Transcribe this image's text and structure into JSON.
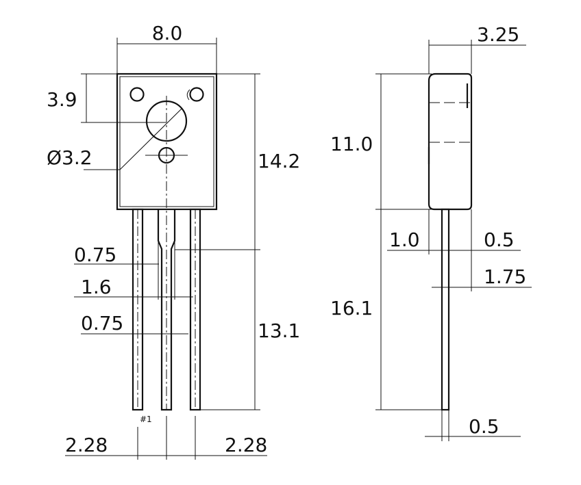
{
  "front_view": {
    "body_width": "8.0",
    "hole_offset": "3.9",
    "hole_diameter": "Ø3.2",
    "total_height": "14.2",
    "lead_width_left": "0.75",
    "lead_center_width": "1.6",
    "lead_width_center": "0.75",
    "lead_length": "13.1",
    "pin_marker": "#1",
    "pitch_left": "2.28",
    "pitch_right": "2.28"
  },
  "side_view": {
    "body_thickness": "3.25",
    "body_height": "11.0",
    "lead_offset": "1.0",
    "lead_thickness_top": "0.5",
    "lead_to_back": "1.75",
    "lead_length": "16.1",
    "lead_thickness_bottom": "0.5"
  }
}
